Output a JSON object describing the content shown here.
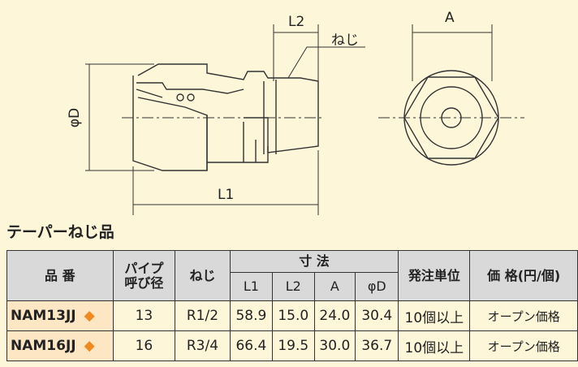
{
  "drawing": {
    "labels": {
      "l2": "L2",
      "neji": "ねじ",
      "l1": "L1",
      "phid": "φD",
      "a": "A"
    }
  },
  "section_title": "テーパーねじ品",
  "table": {
    "headers": {
      "part_no": "品 番",
      "pipe_size": "パイプ呼び径",
      "thread": "ねじ",
      "dimensions": "寸 法",
      "l1": "L1",
      "l2": "L2",
      "a": "A",
      "phid": "φD",
      "order_unit": "発注単位",
      "price": "価 格(円/個)"
    },
    "rows": [
      {
        "part_no": "NAM13JJ",
        "marker": "◆",
        "pipe_size": "13",
        "thread": "R1/2",
        "l1": "58.9",
        "l2": "15.0",
        "a": "24.0",
        "phid": "30.4",
        "order_unit": "10個以上",
        "price": "オープン価格"
      },
      {
        "part_no": "NAM16JJ",
        "marker": "◆",
        "pipe_size": "16",
        "thread": "R3/4",
        "l1": "66.4",
        "l2": "19.5",
        "a": "30.0",
        "phid": "36.7",
        "order_unit": "10個以上",
        "price": "オープン価格"
      }
    ]
  }
}
